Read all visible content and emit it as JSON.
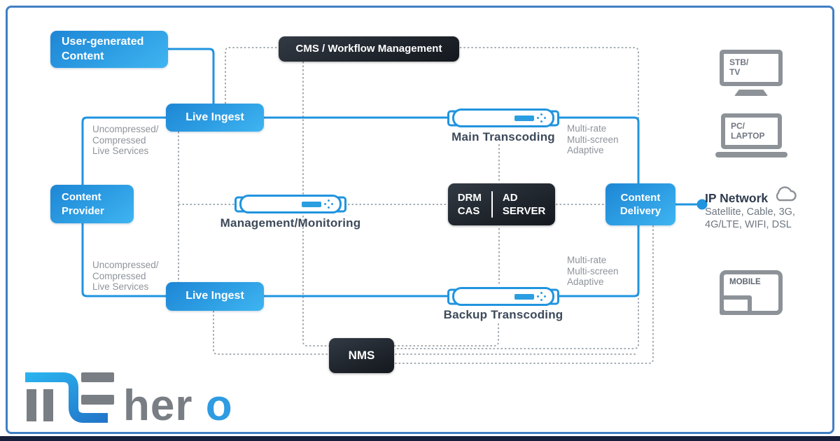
{
  "frame": {
    "border_color": "#4080c4",
    "bottom_bar_color": "#16203a"
  },
  "colors": {
    "accent_blue": "#2094df",
    "box_blue_start": "#1e86d5",
    "box_blue_end": "#3fb5f1",
    "dark_box": "#1c2128",
    "dotted_gray": "#9aa2aa",
    "device_icon_gray": "#8d9298"
  },
  "nodes": {
    "user_generated_content": {
      "label": "User-generated\nContent"
    },
    "live_ingest_top": {
      "label": "Live Ingest"
    },
    "live_ingest_bottom": {
      "label": "Live Ingest"
    },
    "content_provider": {
      "label": "Content\nProvider"
    },
    "content_delivery": {
      "label": "Content\nDelivery"
    },
    "cms": {
      "label": "CMS / Workflow Management"
    },
    "drm": {
      "left_label": "DRM\nCAS",
      "right_label": "AD\nSERVER"
    },
    "nms": {
      "label": "NMS"
    },
    "main_transcoding": {
      "label": "Main Transcoding"
    },
    "backup_transcoding": {
      "label": "Backup Transcoding"
    },
    "management_monitoring": {
      "label": "Management/Monitoring"
    }
  },
  "annotations": {
    "live_services_top": "Uncompressed/\nCompressed\nLive Services",
    "live_services_bottom": "Uncompressed/\nCompressed\nLive Services",
    "adaptive_top": "Multi-rate\nMulti-screen\nAdaptive",
    "adaptive_bottom": "Multi-rate\nMulti-screen\nAdaptive"
  },
  "ip_network": {
    "title": "IP Network",
    "subtitle": "Satellite, Cable, 3G,\n4G/LTE, WIFI, DSL"
  },
  "endpoints": {
    "stb_tv": "STB/\nTV",
    "pc_laptop": "PC/\nLAPTOP",
    "mobile": "MOBILE"
  },
  "logo": {
    "word_gray": "her",
    "word_blue": "o"
  }
}
